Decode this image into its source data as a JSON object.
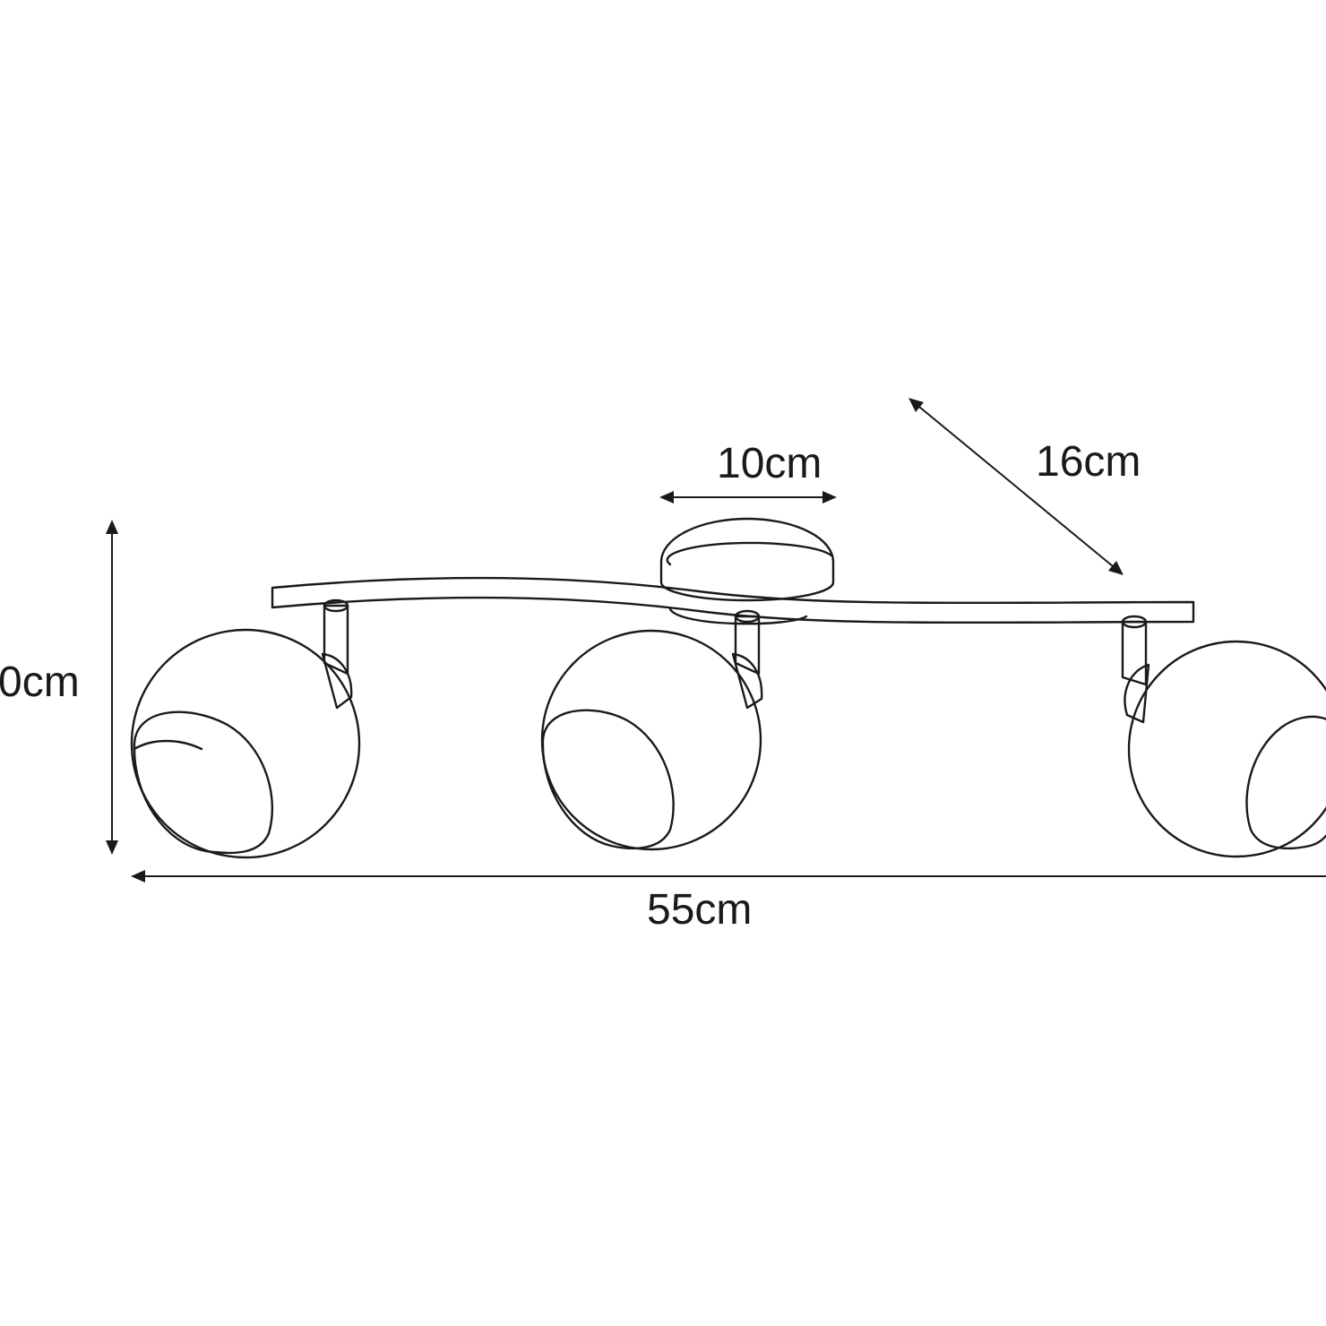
{
  "dimensions": {
    "height": "0cm",
    "canopy_width": "10cm",
    "depth": "16cm",
    "total_width": "55cm"
  },
  "colors": {
    "line": "#1a1a1a",
    "background": "#ffffff"
  }
}
